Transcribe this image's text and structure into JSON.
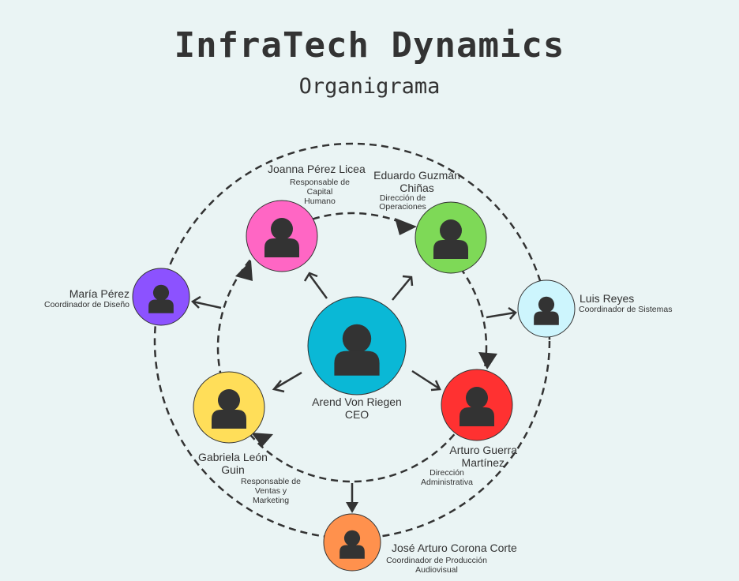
{
  "header": {
    "title": "InfraTech Dynamics",
    "subtitle": "Organigrama"
  },
  "colors": {
    "background": "#eaf4f4",
    "ceo": "#0ab8d6",
    "joanna": "#ff66c4",
    "eduardo": "#7ed957",
    "arturo": "#ff3131",
    "gabriela": "#ffde59",
    "maria": "#8c52ff",
    "luis": "#cdf5fd",
    "jose": "#ff914d"
  },
  "nodes": {
    "ceo": {
      "name_line1": "Arend  Von Riegen",
      "name_line2": "CEO"
    },
    "joanna": {
      "name": "Joanna Pérez Licea",
      "role_line1": "Responsable  de",
      "role_line2": "Capital",
      "role_line3": "Humano"
    },
    "eduardo": {
      "name_line1": "Eduardo Guzmán",
      "name_line2": "Chiñas",
      "role_line1": "Dirección de",
      "role_line2": "Operaciones"
    },
    "arturo": {
      "name_line1": "Arturo Guerra",
      "name_line2": "Martínez",
      "role_line1": "Dirección",
      "role_line2": "Administrativa"
    },
    "gabriela": {
      "name_line1": "Gabriela León",
      "name_line2": "Guin",
      "role_line1": "Responsable de",
      "role_line2": "Ventas y",
      "role_line3": "Marketing"
    },
    "maria": {
      "name": "María Pérez",
      "role": "Coordinador de Diseño"
    },
    "luis": {
      "name": "Luis Reyes",
      "role": "Coordinador de Sistemas"
    },
    "jose": {
      "name": "José Arturo Corona Corte",
      "role_line1": "Coordinador de Producción",
      "role_line2": "Audiovisual"
    }
  }
}
